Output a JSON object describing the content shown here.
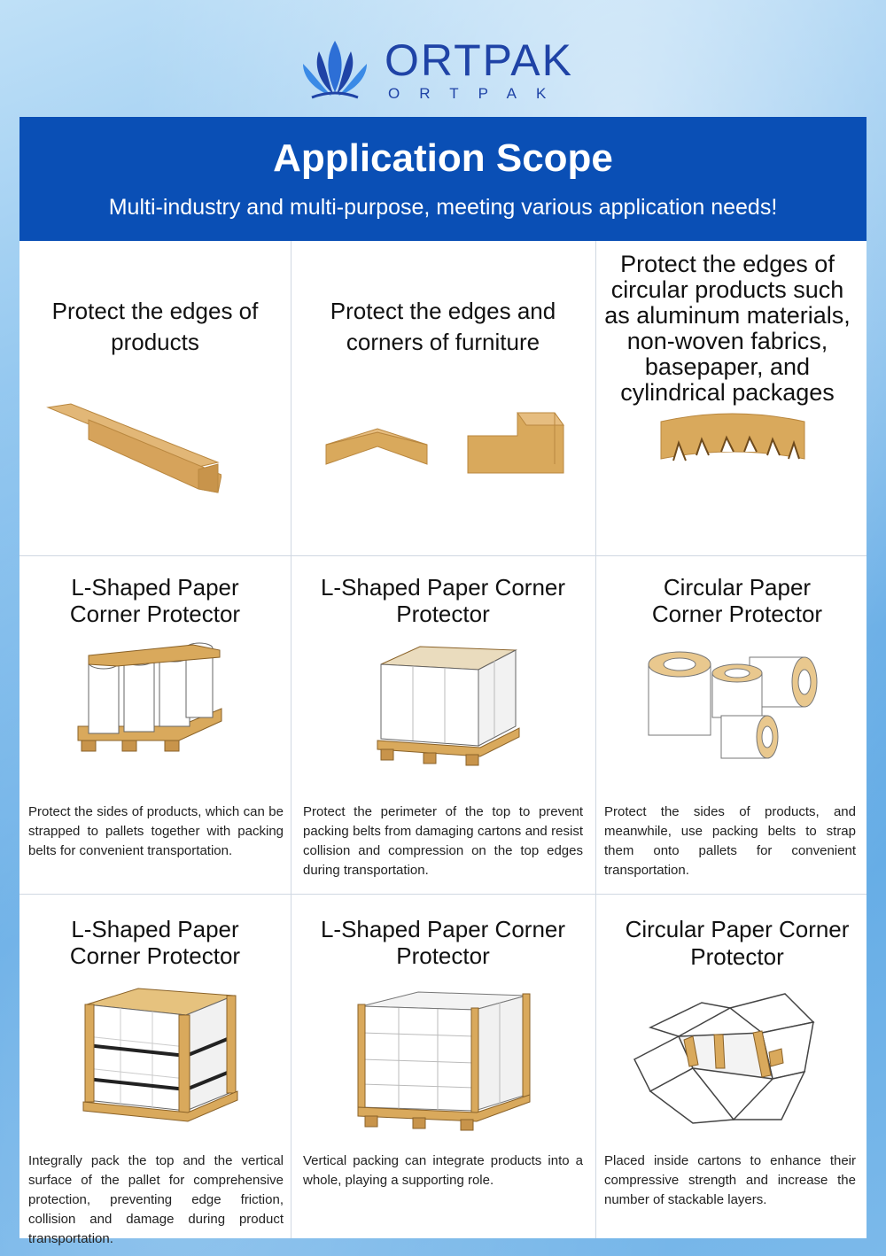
{
  "brand": {
    "name": "ORTPAK",
    "sub": "ORTPAK"
  },
  "header": {
    "title": "Application Scope",
    "subtitle": "Multi-industry and multi-purpose, meeting various application needs!"
  },
  "row1": [
    {
      "title": "Protect the edges of products"
    },
    {
      "title": "Protect the edges and corners of furniture"
    },
    {
      "title": "Protect the edges of circular products such as aluminum materials, non-woven fabrics, basepaper, and cylindrical packages"
    }
  ],
  "row2": [
    {
      "title": "L-Shaped Paper Corner Protector",
      "desc": "Protect the sides of products, which can be strapped to pallets together with packing belts for convenient transportation."
    },
    {
      "title": "L-Shaped Paper Corner Protector",
      "desc": "Protect the perimeter of the top to prevent packing belts from damaging cartons and resist collision and compression on the top edges during transportation."
    },
    {
      "title": "Circular Paper Corner Protector",
      "desc": "Protect the sides of products, and meanwhile, use packing belts to strap them onto pallets for convenient transportation."
    }
  ],
  "row3": [
    {
      "title": "L-Shaped Paper Corner Protector",
      "desc": "Integrally pack the top and the vertical surface of the pallet for comprehensive protection, preventing edge friction, collision and damage during product transportation."
    },
    {
      "title": "L-Shaped Paper Corner Protector",
      "desc": "Vertical packing can integrate products into a whole, playing a supporting role."
    },
    {
      "title": "Circular Paper Corner Protector",
      "desc": "Placed inside cartons to enhance their compressive strength and increase the number of stackable layers."
    }
  ],
  "colors": {
    "header": "#0a4fb5",
    "brand": "#1f43a6",
    "kraft": "#d9a95c",
    "kraft_dark": "#b9873f"
  },
  "icons": [
    "ortpak-lotus-logo-icon",
    "l-shaped-protector-icon",
    "v-shaped-protector-icon",
    "corner-protector-icon",
    "circular-protector-icon",
    "roll-pallet-icon",
    "carton-pallet-icon",
    "paper-roll-icon",
    "wrapped-pallet-icon",
    "vertical-pallet-icon",
    "open-carton-icon"
  ]
}
